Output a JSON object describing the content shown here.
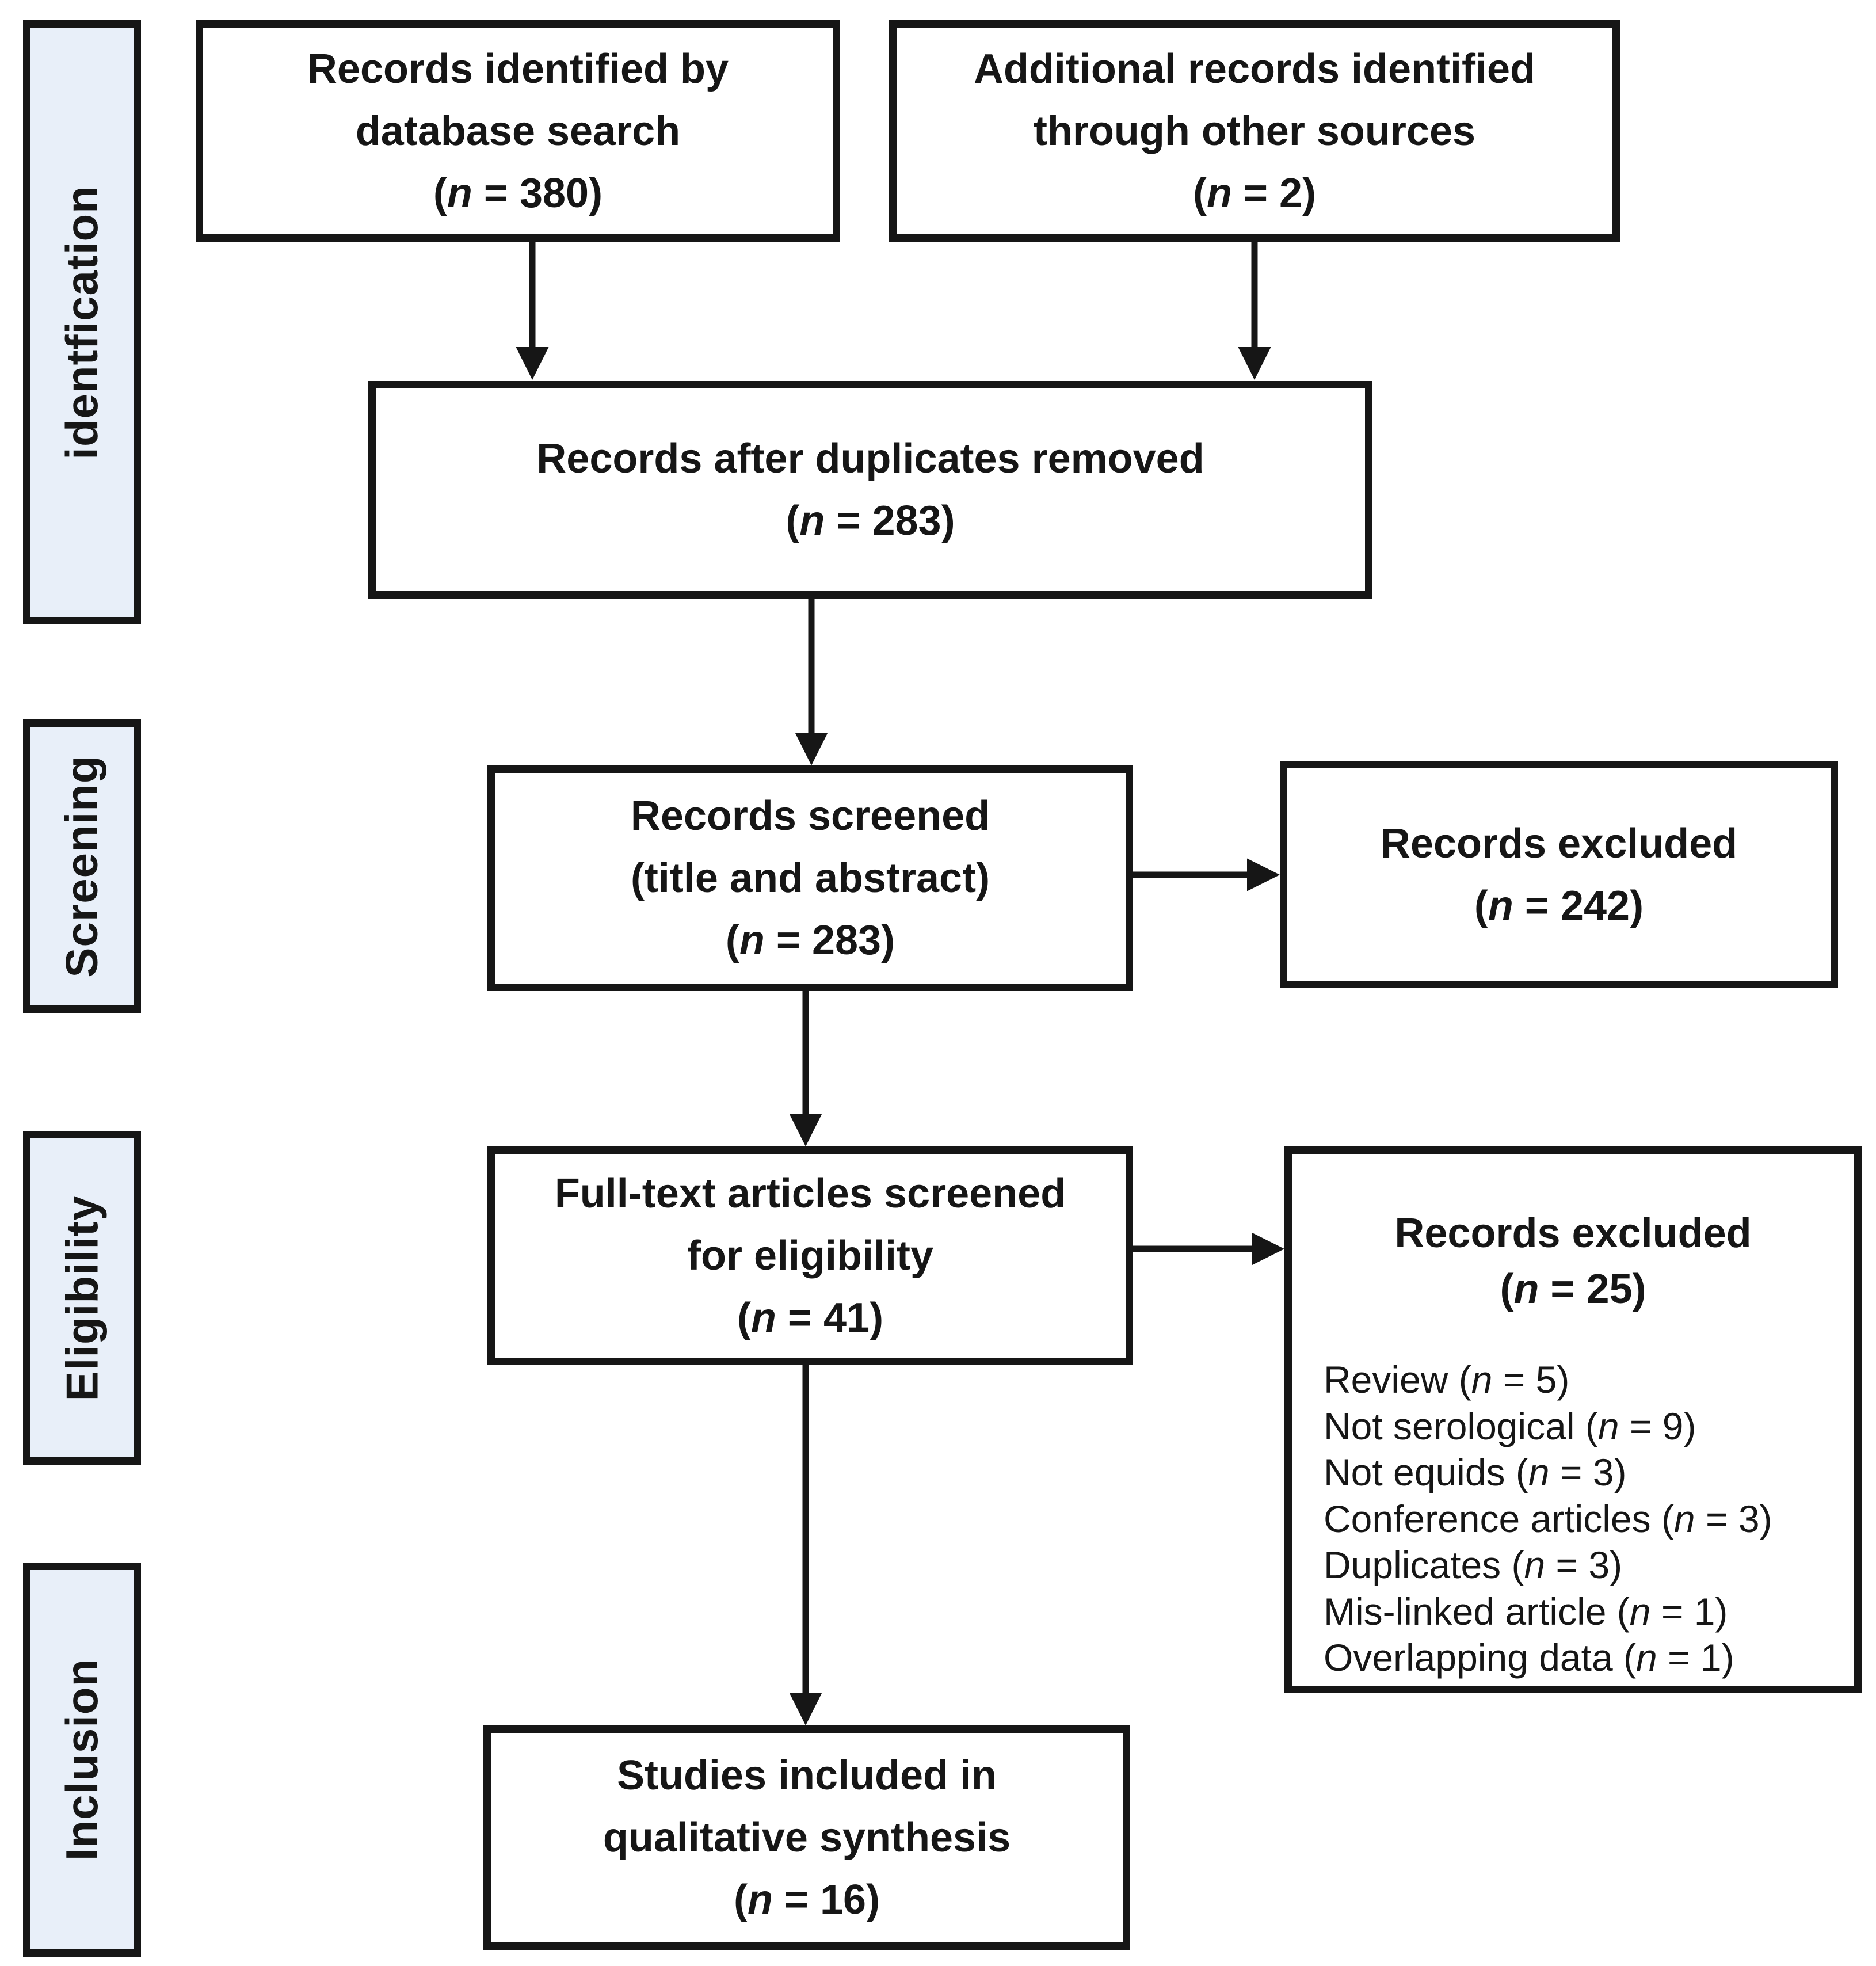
{
  "figure": {
    "kind": "prisma-flow-diagram",
    "background": "#ffffff",
    "box_border_color": "#161616",
    "stage_fill_color": "#e8eff9",
    "arrow_color": "#161616"
  },
  "stages": [
    {
      "label": "identfication"
    },
    {
      "label": "Screening"
    },
    {
      "label": "Eligibility"
    },
    {
      "label": "Inclusion"
    }
  ],
  "boxes": {
    "identified": {
      "line1": "Records identified by",
      "line2": "database search",
      "n": {
        "pre": "(",
        "sym": "n",
        "post": " = 380)"
      }
    },
    "additional": {
      "line1": "Additional records identified",
      "line2": "through other sources",
      "n": {
        "pre": "(",
        "sym": "n",
        "post": " = 2)"
      }
    },
    "dedup": {
      "line1": "Records after duplicates removed",
      "n": {
        "pre": "(",
        "sym": "n",
        "post": " = 283)"
      }
    },
    "screened": {
      "line1": "Records screened",
      "line2": "(title and abstract)",
      "n": {
        "pre": "(",
        "sym": "n",
        "post": " = 283)"
      }
    },
    "excluded_screening": {
      "line1": "Records excluded",
      "n": {
        "pre": "(",
        "sym": "n",
        "post": " = 242)"
      }
    },
    "fulltext": {
      "line1": "Full-text articles screened",
      "line2": "for eligibility",
      "n": {
        "pre": "(",
        "sym": "n",
        "post": " = 41)"
      }
    },
    "excluded_eligibility": {
      "line1": "Records excluded",
      "n": {
        "pre": "(",
        "sym": "n",
        "post": " = 25)"
      },
      "reasons": [
        {
          "pre": "Review (",
          "sym": "n",
          "post": " = 5)"
        },
        {
          "pre": "Not serological (",
          "sym": "n",
          "post": " = 9)"
        },
        {
          "pre": "Not equids (",
          "sym": "n",
          "post": " = 3)"
        },
        {
          "pre": "Conference articles (",
          "sym": "n",
          "post": " = 3)"
        },
        {
          "pre": "Duplicates (",
          "sym": "n",
          "post": " = 3)"
        },
        {
          "pre": "Mis-linked article (",
          "sym": "n",
          "post": " = 1)"
        },
        {
          "pre": "Overlapping data (",
          "sym": "n",
          "post": " = 1)"
        }
      ]
    },
    "included": {
      "line1": "Studies included in",
      "line2": "qualitative synthesis",
      "n": {
        "pre": "(",
        "sym": "n",
        "post": " = 16)"
      }
    }
  }
}
